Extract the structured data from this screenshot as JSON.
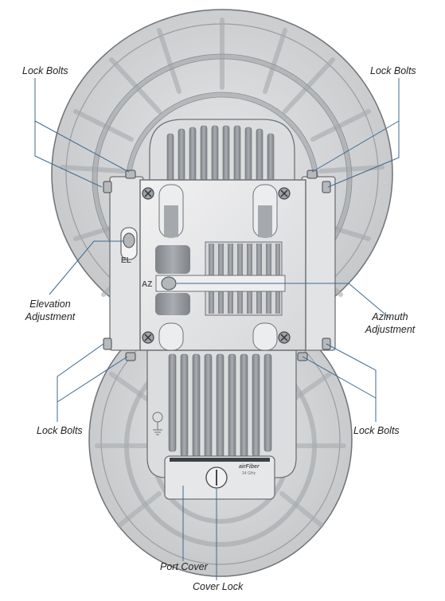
{
  "labels": {
    "lock_bolts_top_left": "Lock Bolts",
    "lock_bolts_top_right": "Lock Bolts",
    "elevation_line1": "Elevation",
    "elevation_line2": "Adjustment",
    "azimuth_line1": "Azimuth",
    "azimuth_line2": "Adjustment",
    "lock_bolts_bottom_left": "Lock Bolts",
    "lock_bolts_bottom_right": "Lock Bolts",
    "port_cover": "Port Cover",
    "cover_lock": "Cover Lock"
  },
  "markings": {
    "el": "EL",
    "az": "AZ",
    "brand": "airFiber",
    "model": "24 GHz"
  },
  "colors": {
    "leader_line": "#3d6b93",
    "device_body": "#d9dadb",
    "device_outline": "#6f7276",
    "dish_face": "#cfd0d2",
    "heatsink_dark": "#8a8d91"
  }
}
